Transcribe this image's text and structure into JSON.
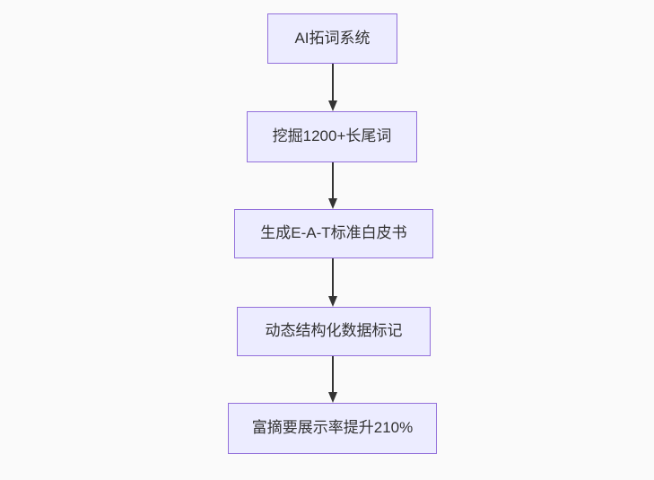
{
  "diagram": {
    "type": "flowchart-top-down",
    "nodes": [
      {
        "label": "AI拓词系统"
      },
      {
        "label": "挖掘1200+长尾词"
      },
      {
        "label": "生成E-A-T标准白皮书"
      },
      {
        "label": "动态结构化数据标记"
      },
      {
        "label": "富摘要展示率提升210%"
      }
    ],
    "edges": [
      {
        "from": 0,
        "to": 1
      },
      {
        "from": 1,
        "to": 2
      },
      {
        "from": 2,
        "to": 3
      },
      {
        "from": 3,
        "to": 4
      }
    ],
    "colors": {
      "node_fill": "#ECECFF",
      "node_border": "#9370DB",
      "node_text": "#333333",
      "edge": "#333333",
      "background": "#fafafa"
    }
  }
}
